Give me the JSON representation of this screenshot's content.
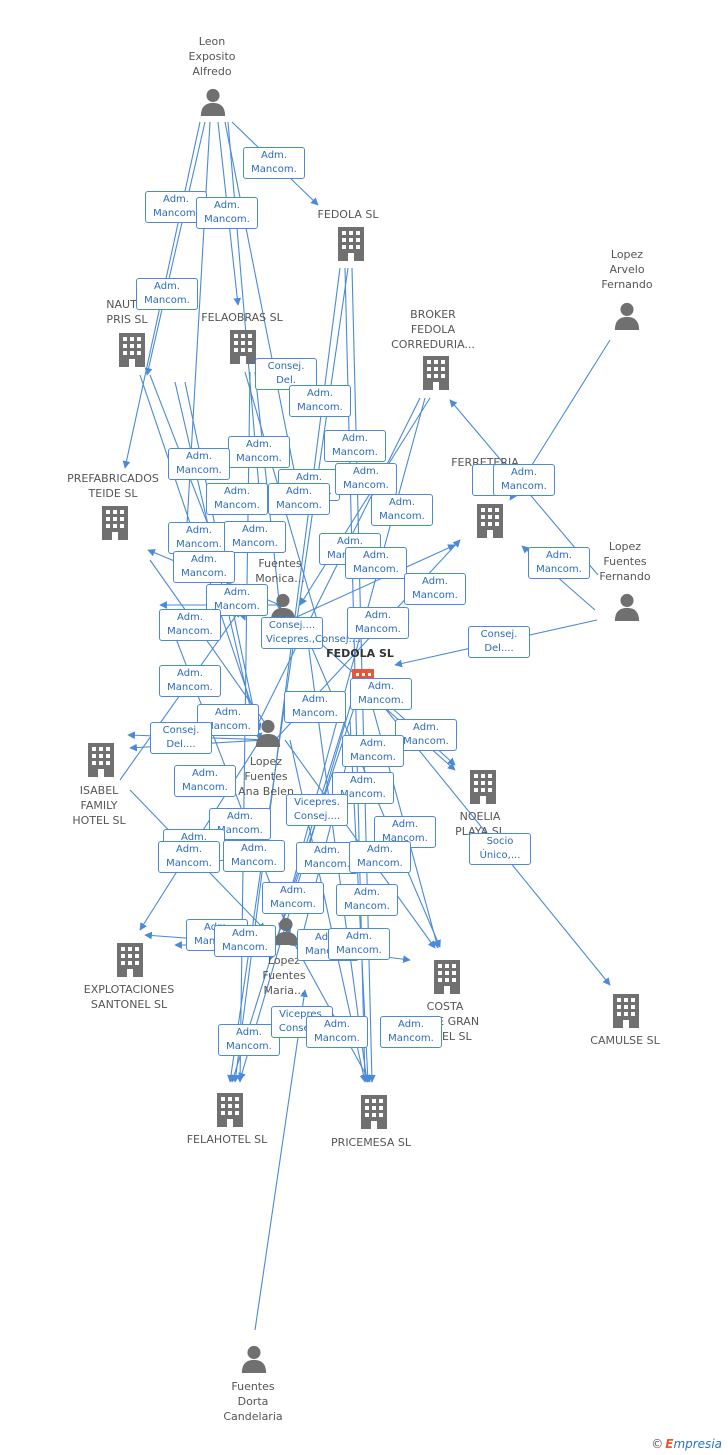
{
  "nodes": [
    {
      "id": "leon",
      "type": "person",
      "label": "Leon\nExposito\nAlfredo"
    },
    {
      "id": "fedola_top",
      "type": "company",
      "label": "FEDOLA SL"
    },
    {
      "id": "lopez_arvelo",
      "type": "person",
      "label": "Lopez\nArvelo\nFernando"
    },
    {
      "id": "nautico",
      "type": "company",
      "label": "NAUTIC\nPRIS SL"
    },
    {
      "id": "felaobras",
      "type": "company",
      "label": "FELAOBRAS SL"
    },
    {
      "id": "broker",
      "type": "company",
      "label": "BROKER\nFEDOLA\nCORREDURIA..."
    },
    {
      "id": "prefabricados",
      "type": "company",
      "label": "PREFABRICADOS\nTEIDE SL"
    },
    {
      "id": "ferreteria",
      "type": "company",
      "label": "FERRETERIA\nHE\nL..."
    },
    {
      "id": "lopez_fernando",
      "type": "person",
      "label": "Lopez\nFuentes\nFernando"
    },
    {
      "id": "lopez_monica",
      "type": "person",
      "label": "ez\nFuentes\nMonica..."
    },
    {
      "id": "fedola_focus",
      "type": "focus",
      "label": "FEDOLA SL"
    },
    {
      "id": "lopez_anabelen",
      "type": "person",
      "label": "Lopez\nFuentes\nAna Belen"
    },
    {
      "id": "isabel",
      "type": "company",
      "label": "ISABEL\nFAMILY\nHOTEL SL"
    },
    {
      "id": "noelia",
      "type": "company",
      "label": "NOELIA\nPLAYA SL"
    },
    {
      "id": "explotaciones",
      "type": "company",
      "label": "EXPLOTACIONES\nSANTONEL SL"
    },
    {
      "id": "lopez_maria",
      "type": "person",
      "label": "Lopez\nFuentes\nMaria..."
    },
    {
      "id": "costa",
      "type": "company",
      "label": "COSTA\nADEJE GRAN\nHOTEL SL"
    },
    {
      "id": "camulse",
      "type": "company",
      "label": "CAMULSE  SL"
    },
    {
      "id": "felahotel",
      "type": "company",
      "label": "FELAHOTEL SL"
    },
    {
      "id": "pricemesa",
      "type": "company",
      "label": "PRICEMESA SL"
    },
    {
      "id": "fuentes_dorta",
      "type": "person",
      "label": "Fuentes\nDorta\nCandelaria"
    }
  ],
  "edge_labels": [
    "Adm.\nMancom.",
    "Adm.\nMancom.",
    "Adm.\nMancom.",
    "Adm.\nMancom.",
    "Consej.\nDel.",
    "Adm.\nMancom.",
    "Adm.\nMancom.",
    "Adm.\nMancom.",
    "Adm.\nMancom.",
    "Adm.\nMancom.",
    "Adm.\nMancom.",
    "Adm.\nMancom.",
    "Adm.\nMancom.",
    "Adm.\nMancom.",
    "Pr\nCo",
    "Adm.\nMancom.",
    "Adm.\nMancom.",
    "Adm.\nMancom.",
    "Adm.\nMancom.",
    "Adm.\nMancom.",
    "Adm.\nMancom.",
    "Adm.\nMancom.",
    "Adm.\nMancom.",
    "Adm.\nMancom.",
    "Adm.\nMancom.",
    "Consej....\nVicepres.,Consej....",
    "Adm.\nMancom.",
    "Consej.\nDel....",
    "Adm.\nMancom.",
    "Adm.\nMancom.",
    "Adm.\nMancom.",
    "Consej.\nDel....",
    "Adm.\nMancom.",
    "Adm.\nMancom.",
    "Adm.\nMancom.",
    "Adm.\nMancom.",
    "Adm.\nMancom.",
    "Adm.\nMancom.",
    "Vicepres.\nConsej....",
    "Adm.\nMancom.",
    "Adm.\nMancom.",
    "Adm.\nMancom.",
    "Adm.\nMancom.",
    "Socio\nÚnico,...",
    "Adm.\nMancom.",
    "Adm.\nMancom.",
    "Adm.\nMancom.",
    "Adm.\nMancom.",
    "Adm.\nMancom.",
    "Adm.\nMancom.",
    "Adm.\nMancom.",
    "Adm.\nMancom.",
    "Adm.\nMancom.",
    "Vicepres.\nConsej....",
    "Adm.\nMancom.",
    "Adm.\nMancom."
  ],
  "colors": {
    "edge": "#4a8ad8",
    "icon": "#707070",
    "focus": "#e8553a",
    "label": "#555555"
  },
  "footer": {
    "copyright": "©",
    "brand_first": "E",
    "brand_rest": "mpresia"
  }
}
